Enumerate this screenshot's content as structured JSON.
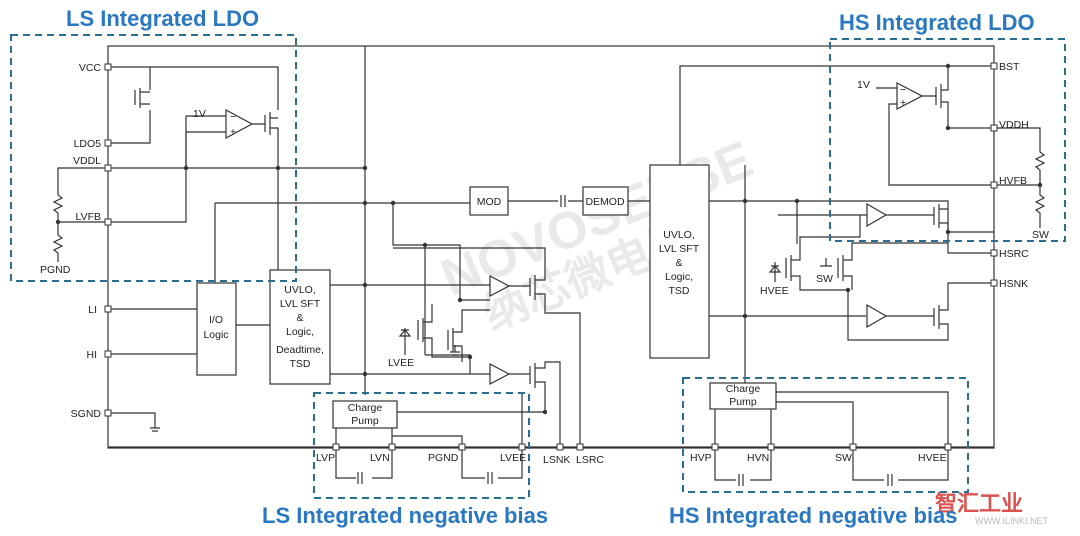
{
  "regions": {
    "ls_ldo": "LS Integrated LDO",
    "hs_ldo": "HS Integrated LDO",
    "ls_bias": "LS Integrated negative bias",
    "hs_bias": "HS Integrated negative bias"
  },
  "pins": {
    "vcc": "VCC",
    "ldo5": "LDO5",
    "vddl": "VDDL",
    "lvfb": "LVFB",
    "pgnd_left": "PGND",
    "li": "LI",
    "hi": "HI",
    "sgnd": "SGND",
    "lvp": "LVP",
    "lvn": "LVN",
    "pgnd_bias": "PGND",
    "lvee_bias": "LVEE",
    "lsnk": "LSNK",
    "lsrc": "LSRC",
    "hvp": "HVP",
    "hvn": "HVN",
    "sw_bias": "SW",
    "hvee_bias": "HVEE",
    "bst": "BST",
    "vddh": "VDDH",
    "hvfb": "HVFB",
    "sw_right": "SW",
    "hsrc": "HSRC",
    "hsnk": "HSNK",
    "lvee_inner": "LVEE",
    "hvee_inner": "HVEE",
    "sw_inner": "SW"
  },
  "refs": {
    "ls_ref": "1V",
    "hs_ref": "1V"
  },
  "blocks": {
    "io_logic": [
      "I/O",
      "Logic"
    ],
    "ls_ctrl": [
      "UVLO,",
      "LVL SFT",
      "&",
      "Logic,",
      "Deadtime,",
      "TSD"
    ],
    "mod": "MOD",
    "demod": "DEMOD",
    "hs_ctrl": [
      "UVLO,",
      "LVL SFT",
      "&",
      "Logic,",
      "TSD"
    ],
    "ls_pump": [
      "Charge",
      "Pump"
    ],
    "hs_pump": [
      "Charge",
      "Pump"
    ]
  },
  "watermark": {
    "brand": "NOVOSENSE",
    "cn": "纳芯微电子",
    "site_cn": "智汇工业",
    "site_url": "WWW.ILINKI.NET"
  },
  "colors": {
    "region_border": "#2c6e90",
    "region_title": "#2a78c2",
    "wire": "#333333"
  }
}
